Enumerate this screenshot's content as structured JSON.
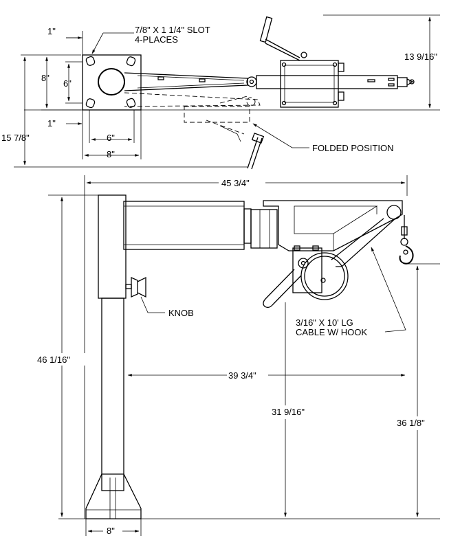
{
  "top_view": {
    "slot_callout": {
      "label": "7/8\" X 1 1/4\" SLOT",
      "places": "4-PLACES"
    },
    "folded_label": "FOLDED POSITION",
    "dims": {
      "offset_top": "1\"",
      "base_height": "8\"",
      "inner_height": "6\"",
      "offset_bottom": "1\"",
      "inner_width": "6\"",
      "base_width": "8\"",
      "overall_height": "15 7/8\"",
      "winch_height": "13 9/16\""
    }
  },
  "side_view": {
    "knob_label": "KNOB",
    "cable_label_line1": "3/16\" X 10' LG",
    "cable_label_line2": "CABLE W/ HOOK",
    "dims": {
      "reach": "45 3/4\"",
      "post_height": "46 1/16\"",
      "span": "39 3/4\"",
      "underside": "31 9/16\"",
      "hook_height": "36 1/8\"",
      "base_width": "8\""
    }
  }
}
